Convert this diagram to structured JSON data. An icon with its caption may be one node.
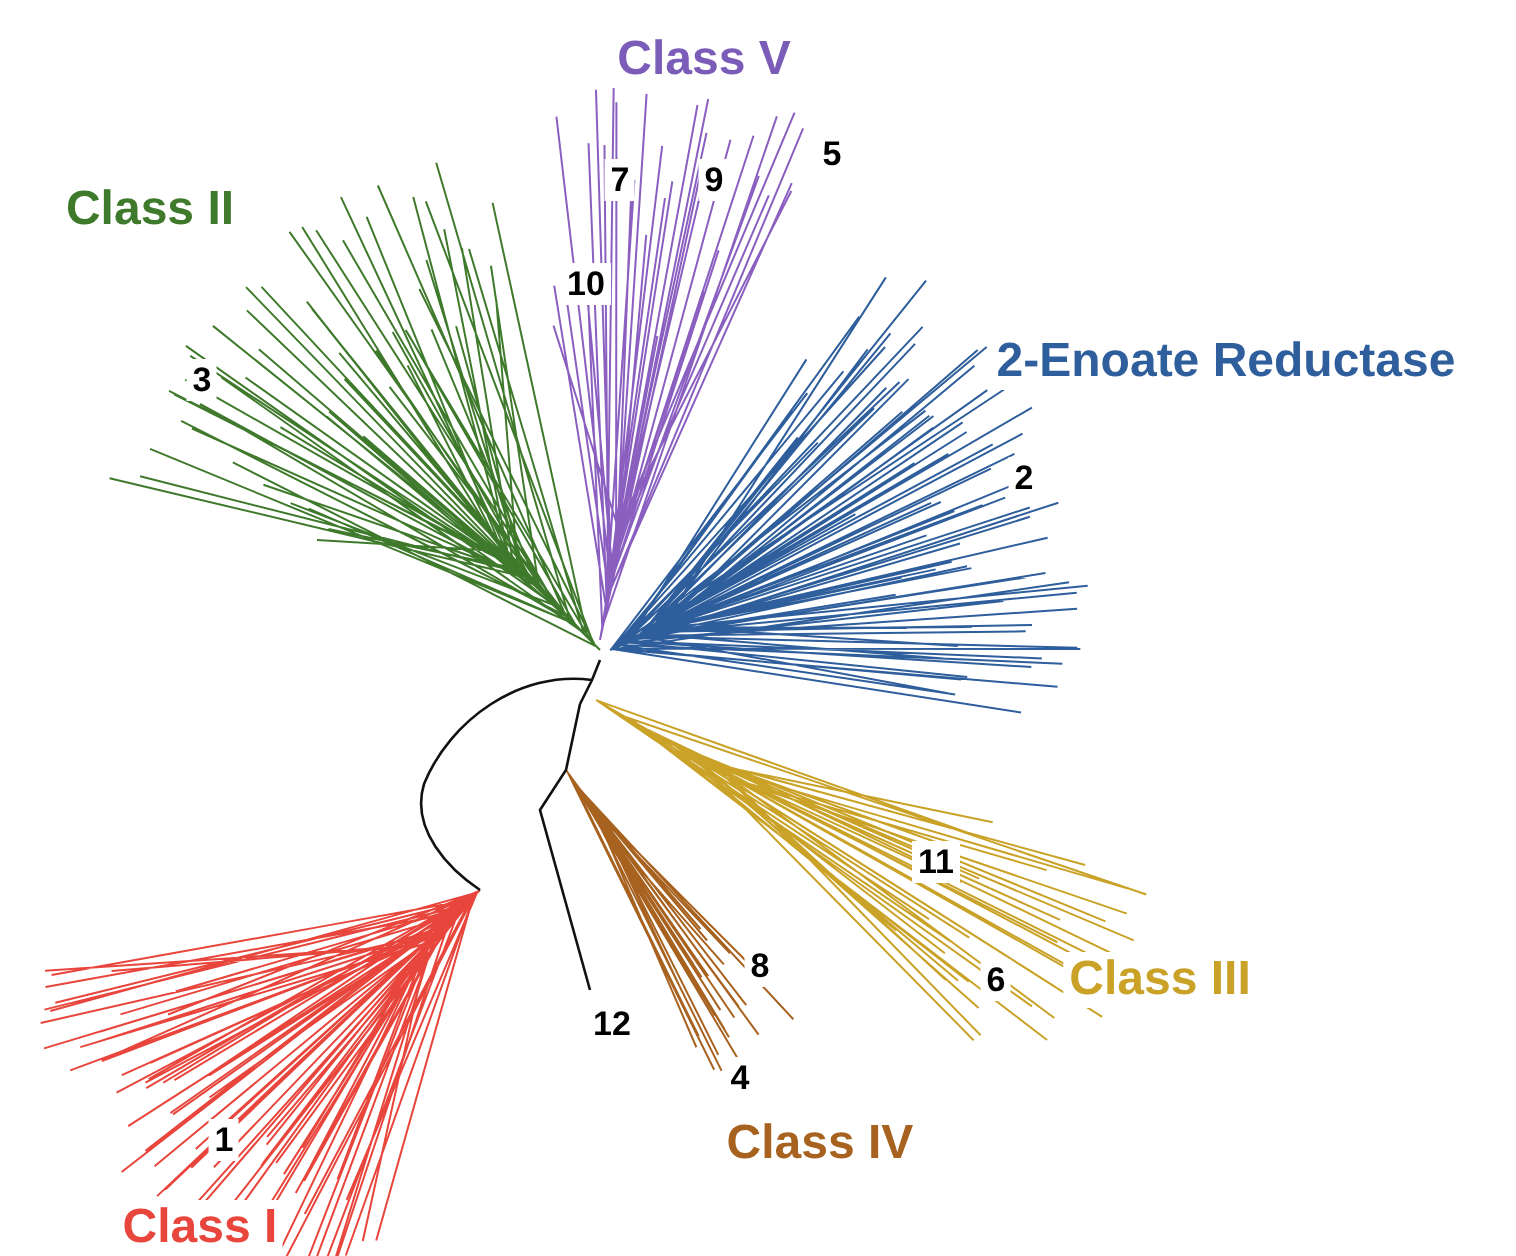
{
  "diagram": {
    "labels": [
      "Class V",
      "5",
      "7",
      "9",
      "Class II",
      "10",
      "2-Enoate Reductase",
      "3",
      "2",
      "11",
      "8",
      "6",
      "Class III",
      "12",
      "4",
      "1",
      "Class IV",
      "Class I"
    ]
  }
}
